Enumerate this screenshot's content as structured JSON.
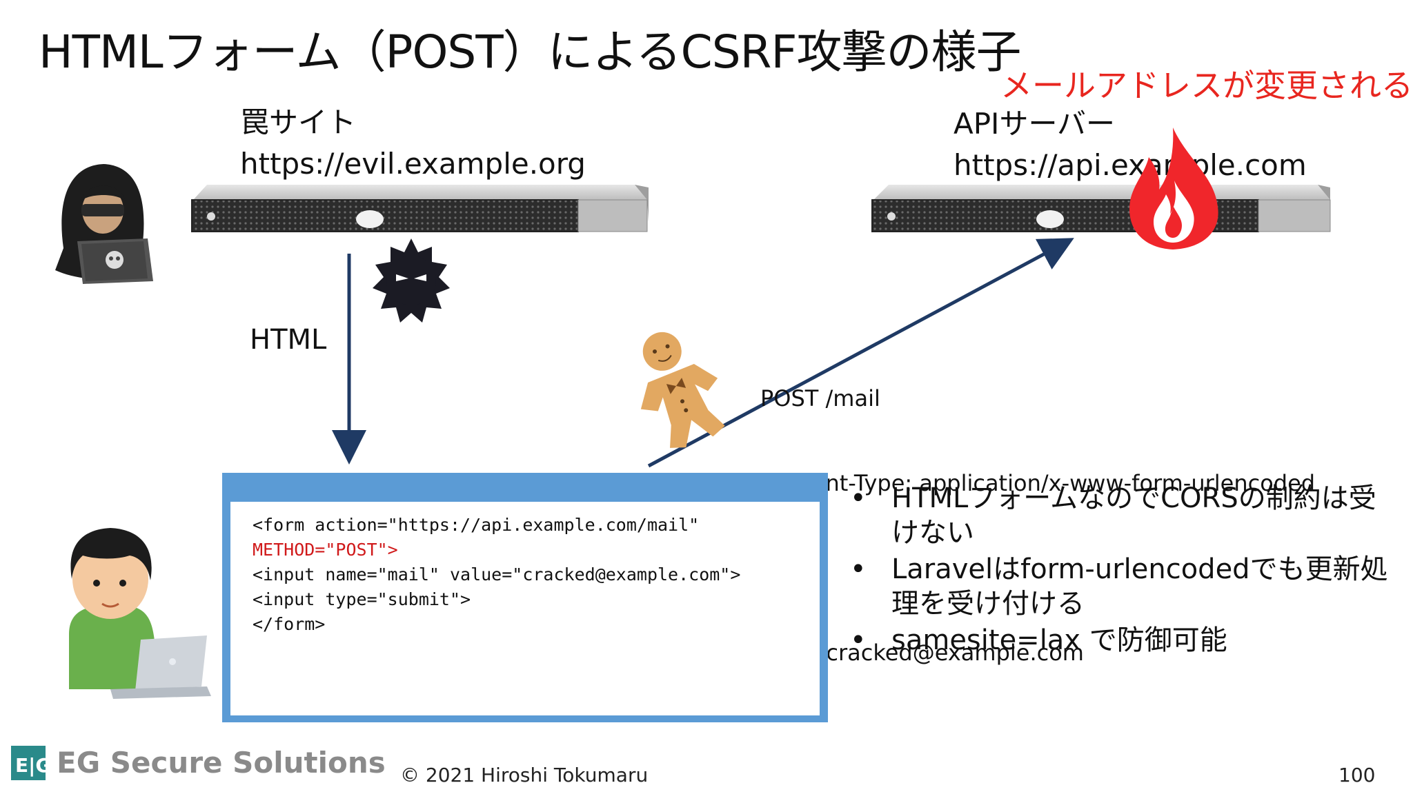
{
  "slide": {
    "title": "HTMLフォーム（POST）によるCSRF攻撃の様子",
    "red_note": "メールアドレスが変更される",
    "trap_site": {
      "name": "罠サイト",
      "url": "https://evil.example.org"
    },
    "api_server": {
      "name": "APIサーバー",
      "url": "https://api.example.com"
    },
    "html_label": "HTML",
    "request": {
      "line1": "POST /mail",
      "line2": "Content-Type: application/x-www-form-urlencoded",
      "line3": "mail=cracked@example.com"
    },
    "code": {
      "line1": "<form action=\"https://api.example.com/mail\"",
      "line2": "METHOD=\"POST\">",
      "line3": "<input name=\"mail\" value=\"cracked@example.com\">",
      "line4": "<input type=\"submit\">",
      "line5": "</form>"
    },
    "bullets": [
      "HTMLフォームなのでCORSの制約は受けない",
      "Laravelはform-urlencodedでも更新処理を受け付ける",
      "samesite=lax で防御可能"
    ],
    "footer": {
      "company": "EG Secure Solutions",
      "copyright": "© 2021 Hiroshi Tokumaru",
      "page": "100"
    },
    "colors": {
      "window_blue": "#5b9bd5",
      "arrow_navy": "#1f3a64",
      "red": "#e8261f"
    }
  }
}
